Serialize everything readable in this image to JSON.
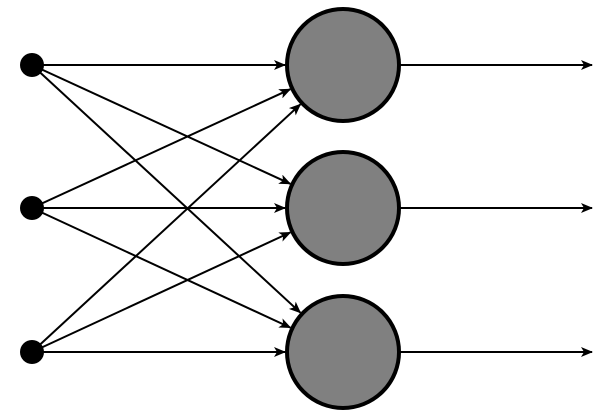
{
  "diagram": {
    "kind": "single-layer neural network",
    "input_nodes": 3,
    "neurons": 3,
    "outputs": 3,
    "connectivity": "fully-connected",
    "colors": {
      "input_node": "#000000",
      "neuron_fill": "#808080",
      "neuron_stroke": "#000000",
      "edge": "#000000",
      "background": "#ffffff"
    }
  }
}
